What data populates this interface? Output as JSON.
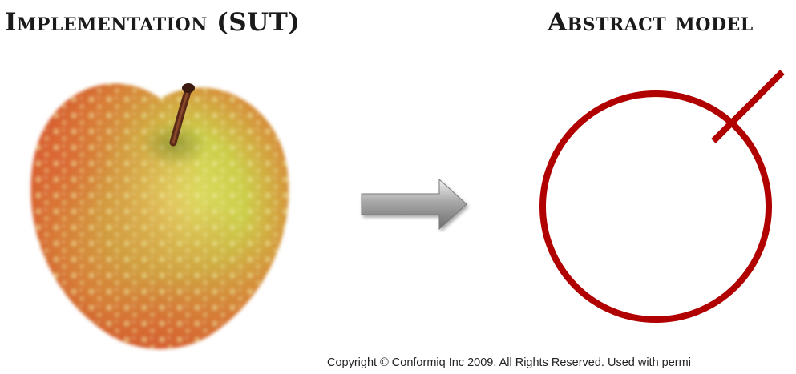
{
  "headings": {
    "left": "Implementation (SUT)",
    "right": "Abstract model"
  },
  "footer": {
    "copyright": "Copyright © Conformiq Inc 2009. All Rights Reserved. Used with permi"
  },
  "colors": {
    "model_stroke": "#b00000",
    "apple_green": "#c8cf4a",
    "apple_red": "#d0502a",
    "arrow_gray": "#8a8a8a"
  },
  "icons": {
    "apple": "apple-photo",
    "arrow": "right-arrow-icon",
    "model": "circle-with-stem-icon"
  }
}
